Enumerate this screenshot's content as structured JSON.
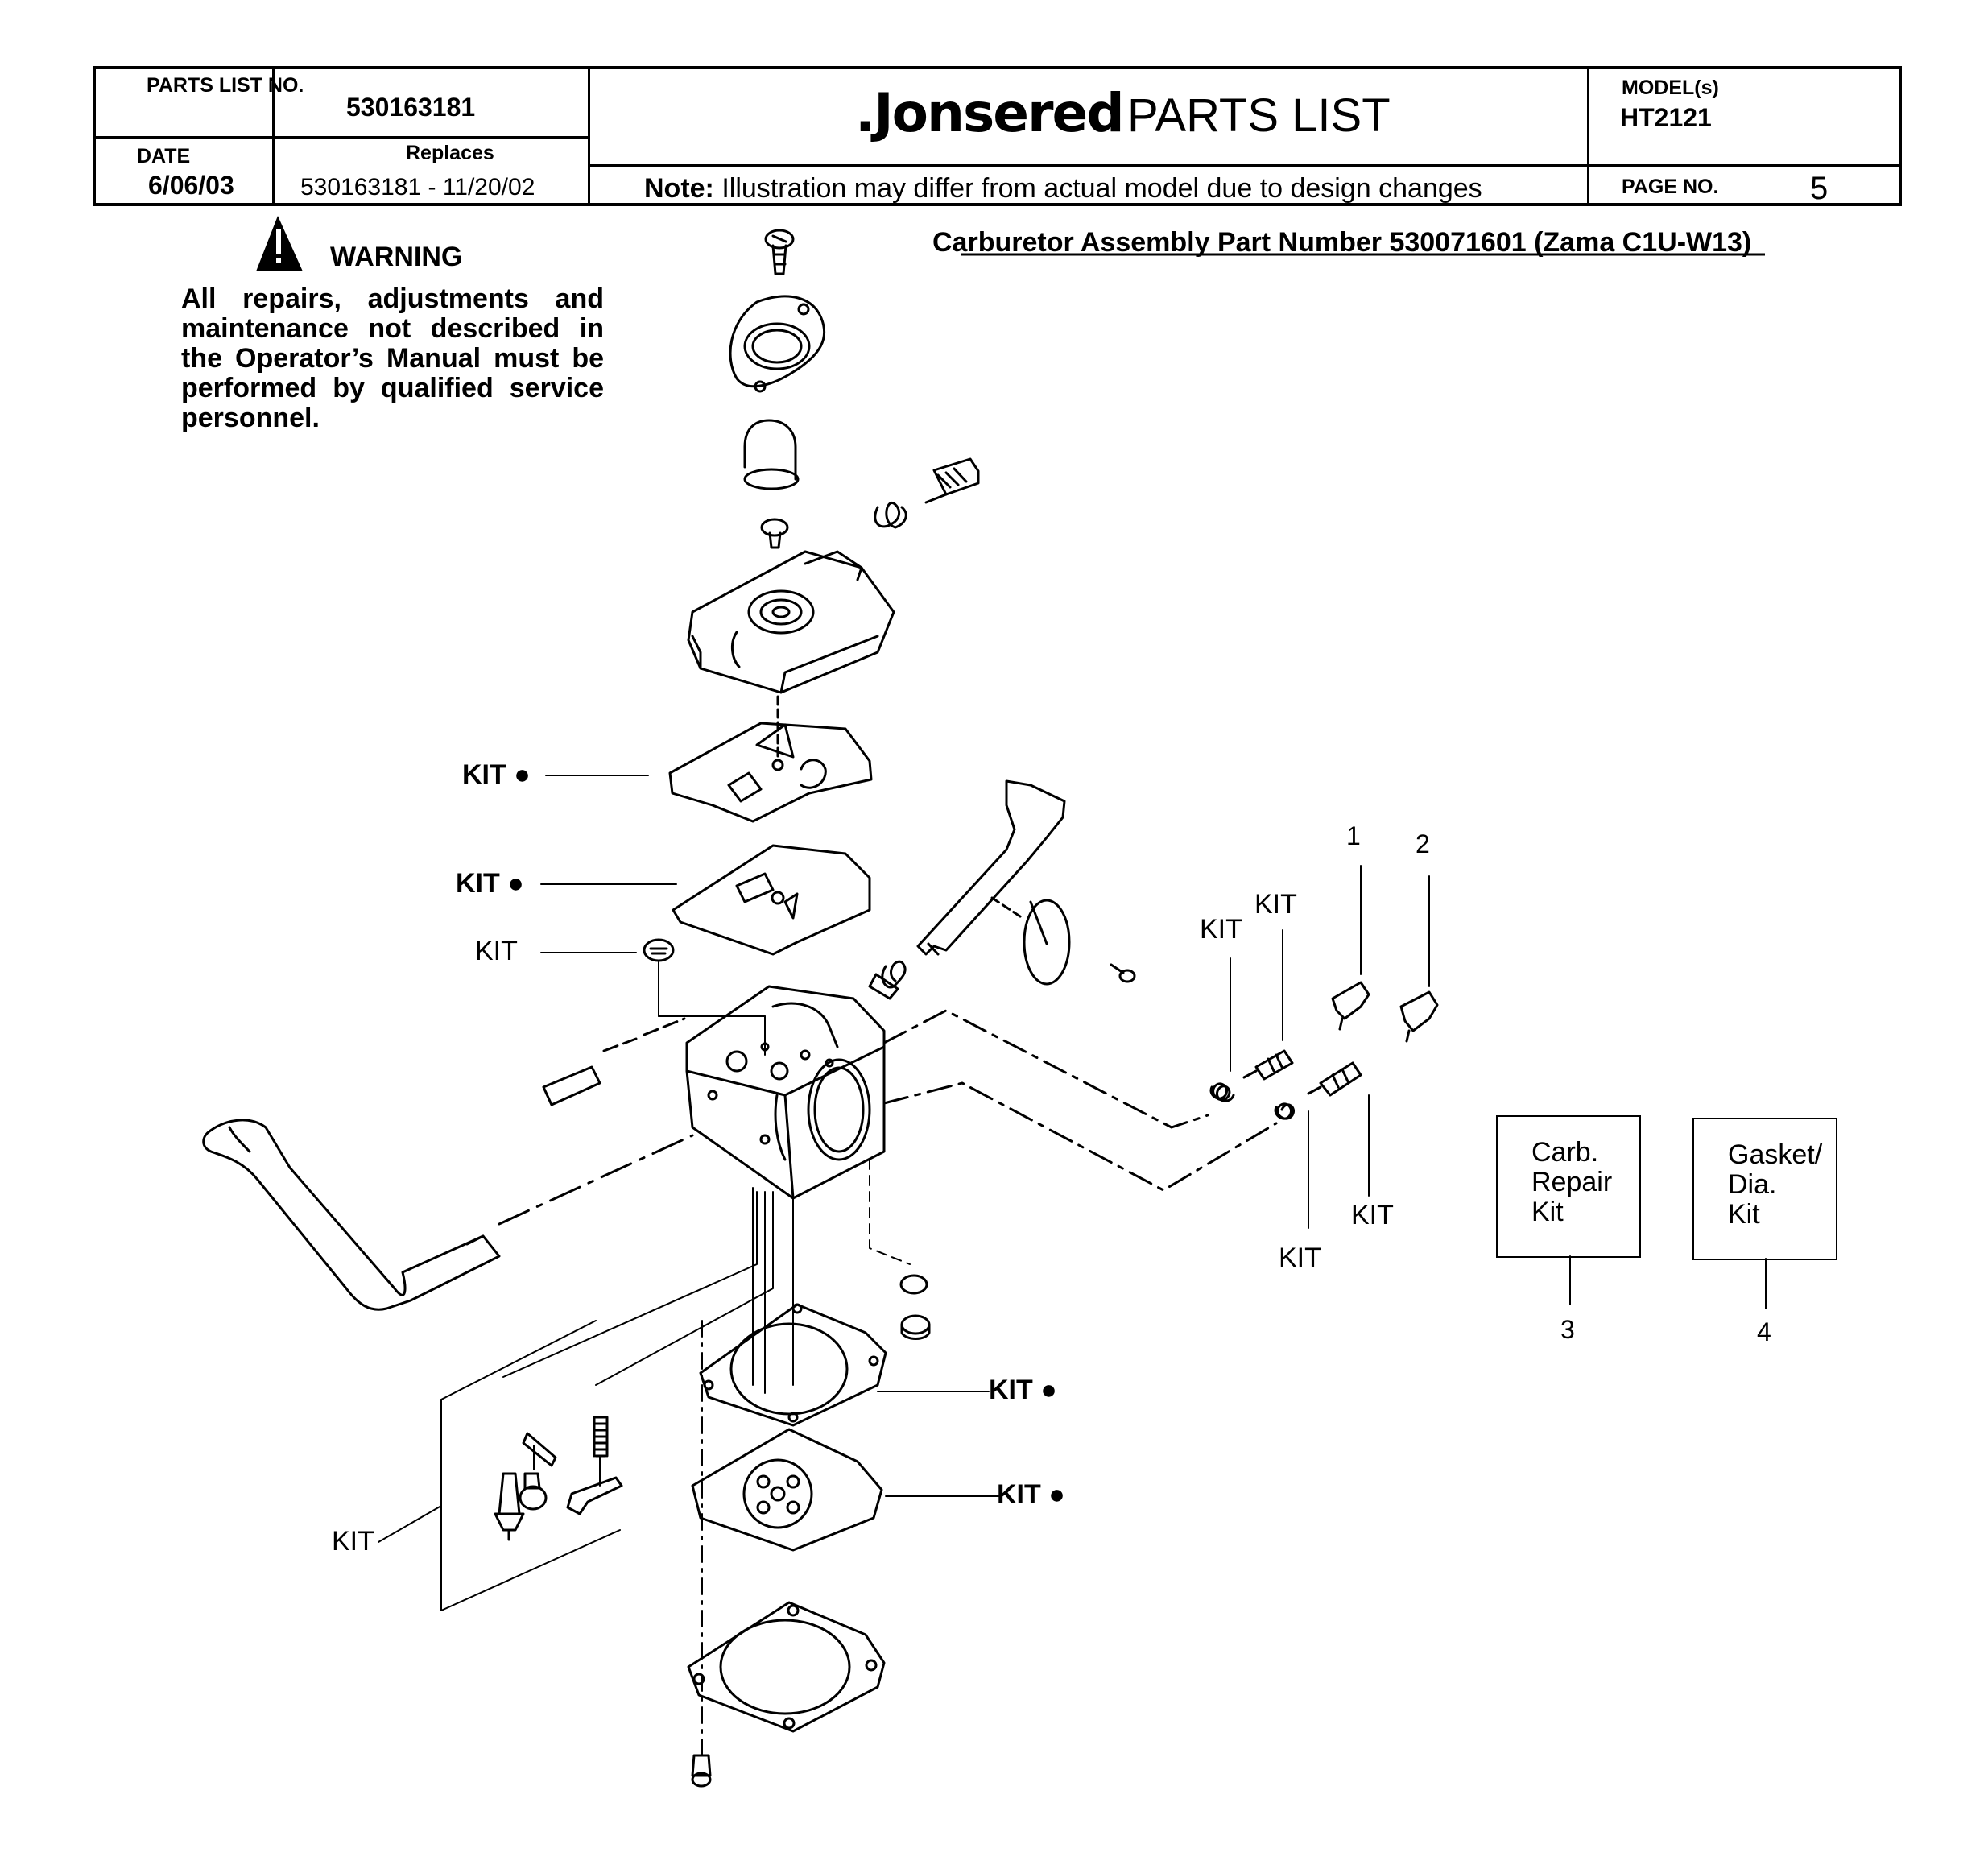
{
  "header": {
    "parts_list_no_label": "PARTS LIST NO.",
    "parts_list_no": "530163181",
    "date_label": "DATE",
    "date": "6/06/03",
    "replaces_label": "Replaces",
    "replaces": "530163181 - 11/20/02",
    "brand": ".Jonsered",
    "title": "PARTS LIST",
    "note_label": "Note:",
    "note": "Illustration may differ from actual model due to design changes",
    "models_label": "MODEL(s)",
    "model": "HT2121",
    "page_label": "PAGE  NO.",
    "page_no": "5"
  },
  "warning": {
    "heading": "WARNING",
    "text": "All repairs, adjustments and maintenance not described in the Operator’s Manual must be performed by qualified service personnel."
  },
  "assembly_title": "Carburetor Assembly Part Number 530071601  (Zama C1U-W13)",
  "callouts": {
    "kit": "KIT",
    "kit_dot": "KIT ●",
    "dot_kit": "KIT ●",
    "n1": "1",
    "n2": "2",
    "n3": "3",
    "n4": "4"
  },
  "kit_boxes": {
    "carb_repair": [
      "Carb.",
      "Repair",
      "Kit"
    ],
    "gasket_dia": [
      "Gasket/",
      "Dia.",
      "Kit"
    ]
  }
}
